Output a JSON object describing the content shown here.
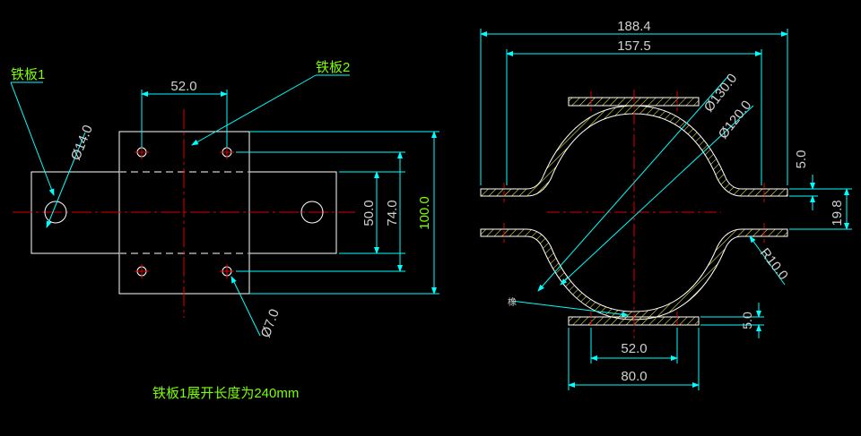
{
  "colors": {
    "background": "#000000",
    "dimension": "#00FFFF",
    "dim_text": "#D0D0D0",
    "label_text": "#7CFF00",
    "outline": "#FFFFFF",
    "centerline": "#E00000",
    "hatch": "#FFFF40"
  },
  "left_view": {
    "label_plate1": "铁板1",
    "label_plate2": "铁板2",
    "dim_hole_spacing": "52.0",
    "dim_hole_dia": "Ø14.0",
    "dim_small_hole_dia": "Ø7.0",
    "dim_50": "50.0",
    "dim_74": "74.0",
    "dim_100": "100.0",
    "note": "铁板1展开长度为240mm"
  },
  "right_view": {
    "dim_total_width": "188.4",
    "dim_inner_width": "157.5",
    "dim_outer_dia": "Ø130.0",
    "dim_inner_dia": "Ø120.0",
    "dim_thickness_top": "5.0",
    "dim_gap": "19.8",
    "dim_radius": "R10.0",
    "dim_thickness_bottom": "5.0",
    "dim_bottom_spacing": "52.0",
    "dim_bottom_width": "80.0",
    "label_small": "橡"
  }
}
